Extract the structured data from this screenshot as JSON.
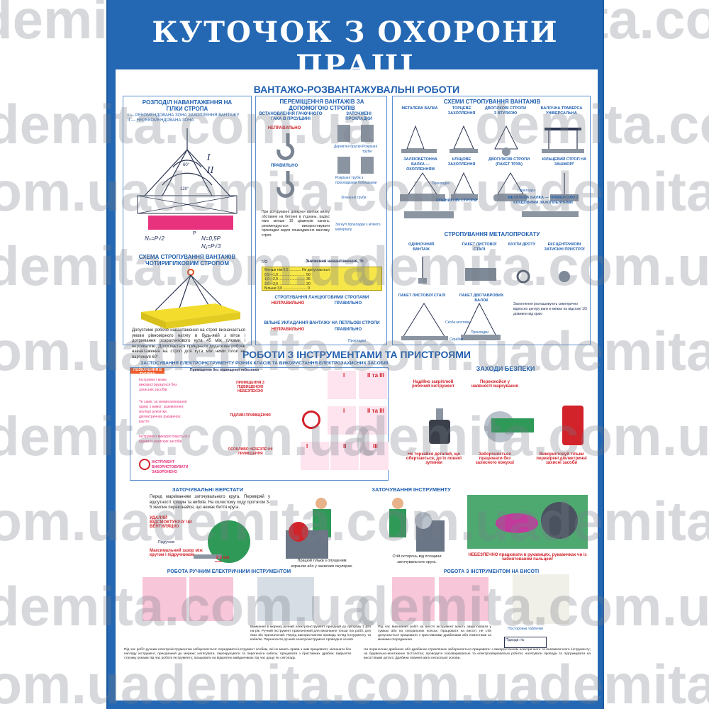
{
  "header": {
    "title": "КУТОЧОК З ОХОРОНИ ПРАЦІ"
  },
  "watermark": {
    "text": "demita.com.ua",
    "left": "demita.com.ua",
    "right": "demita.com.ua",
    "line_a": "demita.com.ua",
    "line_b": "com.ua"
  },
  "section1": {
    "title": "ВАНТАЖО-РОЗВАНТАЖУВАЛЬНІ РОБОТИ",
    "box1": {
      "title": "РОЗПОДІЛ НАВАНТАЖЕННЯ НА ГІЛКИ СТРОПА",
      "legend1": "I — РЕКОМЕНДОВАНА ЗОНА ЗАХОПЛЕННЯ ВАНТАЖУ",
      "legend2": "II — НЕРЕКОМЕНДОВАНА ЗОНА",
      "angle1": "60°",
      "angle2": "120°",
      "zone1": "I",
      "zone2": "II",
      "formula1": "Nₙ=P√2",
      "formula2": "N=0,5P",
      "formula3": "N₁=P√3",
      "p": "P",
      "subtitle": "СХЕМА СТРОПУВАННЯ ВАНТАЖІВ ЧОТИРИГІЛКОВИМ СТРОПОМ",
      "text": "Допустиме робоче навантаження на строп визначається умови рівномірного натягу в будь-якій з віток і дотримання розрахункового кута 45 між гілками і вертикаллю. Допускається приєднати додаткове робоче навантаження на строп для кута між ними гілок не вартикалі 60°."
    },
    "box2": {
      "title": "ПЕРЕМІЩЕННЯ ВАНТАЖІВ ЗА ДОПОМОГОЮ СТРОПІВ",
      "col1": "ВСТАНОВЛЕННЯ ГАЧОЧНОГО ГАКА В ПРОУШИНІ",
      "col2": "ЗАТОЧЖЕНІ ПРОКЛАДКИ",
      "wrong": "НЕПРАВИЛЬНО",
      "right": "ПРАВИЛЬНО",
      "lbl1": "Дерев'яні бруски",
      "lbl2": "Розрізані труби",
      "lbl3": "Розрізані труби з прокладками бобишками",
      "lbl4": "Згинання груби",
      "lbl5": "Загнуті прокладки з м'якого матеріалу",
      "text": "При ротуруванні довкруги вантаж вилку обставені на бетонні в з'єднань, радіус яких менше 10 діаметрів каната, рекомендується використовувати прокладки задля пошкодження вантажу строп.",
      "table_title": "Зниження навантаження, %",
      "r_d": "r/d",
      "rows": [
        "Менше ніж 0,5 ............ Не допускається",
        "0,5—1,0 ........................... 50",
        "1,0—2,0 ........................... 35",
        "2,0—3,0 ........................... 20",
        "Більше 3,0 ........................ 0"
      ],
      "sub2": "СТРОПУВАННЯ ЛАНЦЮГОВИМИ СТРОПАМИ",
      "sub3": "ВІЛЬНЕ УКЛАДАННЯ ВАНТАЖУ НА ПЕТЛЬОВІ СТРОПИ",
      "lbl6": "Прокладки"
    },
    "box3": {
      "title": "СХЕМИ СТРОПУВАННЯ ВАНТАЖІВ",
      "items": [
        "МЕТАЛЕВА БАЛКА",
        "ТОРЦЕВЕ ЗАХОПЛЕННЯ",
        "ДВОГІЛКОВІ СТРОПИ З ВТУЛКОЮ",
        "БАЛОЧНА ТРАВЕРСА УНІВЕРСАЛЬНА",
        "ЗАЛІЗОБЕТОННА БАЛКА — ОХОПЛЕННЯМ",
        "КЛІЩОВЕ ЗАХОПЛЕННЯ",
        "ДВОГІЛКОВІ СТРОПИ (ПАКЕТ ТРУБ)",
        "КІЛЬЦЕВИЙ СТРОП НА ЗАШМОРГ",
        "РУШНИКОВІ СТРОПИ",
        "МЕТАЛЕВА БАЛКА — ТРАВЕРСОЮ З КЛІЩОВИМИ ЗАХОПЛЕННЯМИ"
      ],
      "lbl_prokl": "Прокладка",
      "sub": "СТРОПУВАННЯ МЕТАЛОПРОКАТУ",
      "items2": [
        "ОДИНОЧНИЙ ВАНТАЖ",
        "ПАКЕТ ЛИСТОВОЇ СТАЛІ",
        "БУХТИ ДРОТУ",
        "ЕКСЦЕНТРИКОВІ ЗАТИСКНІ ПРИСТРОЇ",
        "ПАКЕТ ЛИСТОВОЇ СТАЛІ",
        "ПАКЕТ ДВОТАВРОВИХ БАЛОК"
      ],
      "note": "Захоплення розташовують симетрично відносно центру ваги в межах на відстані 1/3 довжини від краю",
      "lbl_a": "Скоба мостова",
      "lbl_b": "Скрабки",
      "lbl_c": "Прокладки"
    }
  },
  "section2": {
    "title": "РОБОТИ З ІНСТРУМЕНТАМИ ТА ПРИСТРОЯМИ",
    "subtitle": "ЗАСТОСУВАННЯ ЕЛЕКТРОІНСТРУМЕНТУ РІЗНИХ КЛАСІВ ТА ВИКОРИСТАННЯ ЕЛЕКТРОЗАХИСНИХ ЗАСОБІВ",
    "table_head1": "ПОЗНАЧЕННЯ В ТАБЛИЦІ",
    "table_head2": "Приміщення без підвищеної небезпеки",
    "row1": "ПРИМІЩЕННЯ З ПІДВИЩЕНОЮ НЕБЕЗПЕКОЮ",
    "row2": "ПІДЛИВІ ПРИМІЩЕННЯ",
    "row3": "ОСОБЛИВО НЕБЕЗПЕЧНІ ПРИМІЩЕННЯ",
    "legend1": "Інструмент може використовуватися без захисних засобів",
    "legend2": "Те саме, за умови виконання однієї з вимог: заземлення; ізоляції рукоятки, діелектричних рукавичок; взуття",
    "legend3": "Інструмент використовується з одним із захисних засобів",
    "legend4": "ІНСТРУМЕНТ ВИКОРИСТОВУВАТИ ЗАБОРОНЕНО",
    "class1": "I",
    "class2": "II та III",
    "class3": "I",
    "class4": "II та III",
    "class5": "I",
    "class6": "II",
    "class7": "III",
    "safety_title": "ЗАХОДИ БЕЗПЕКИ",
    "safety1": "Надійно закріплюй робочий інструмент",
    "safety2": "Перекоюйся у наявності маркування",
    "safety3": "Не торкайся деталей, що обертаються, до їх повної зупинки",
    "safety4": "Забороняється працювати без захисного кожуха!",
    "safety5": "Використовуй тільки перевірені діелектричні захисні засоби"
  },
  "section3": {
    "left_title": "ЗАТОЧУВАЛЬНІ ВЕРСТАТИ",
    "left_text": "Перед марківанням заточувального круга. Перевіряй у відсутності тріщин та вибоїв. На холостому ходу протягом 3-5 хвилин переконайся, що немає биття круга.",
    "lbl_remove": "УДАЛЯЙ ВІДСМОКТУЮЧУ ЧИ ВЕНТИЛЯЦІЮ",
    "lbl_rest": "Підручник",
    "lbl_gap": "Максимальний зазор між кругом і підручником",
    "lbl_mm": "2-3 мм",
    "caption1": "Працюй тільки з опущеним екраном або у захисних окулярах.",
    "right_title": "ЗАТОЧУВАННЯ ІНСТРУМЕНТУ",
    "caption2": "Стій осторонь від площини заточувального круга.",
    "caption3": "НЕБЕЗПЕЧНО працювати в рукавицях, рукавичках чи із забинтованим пальцем!",
    "hand_title": "РОБОТА РУЧНИМ ЕЛЕКТРИЧНИМ ІНСТРУМЕНТОМ",
    "hand_text": "Вмикання в мережу ручний електроінструмент приєднуй до пріорізку 1 раз на рік. Ручний інструмент призначений для виконання тільки тих робіт, для яких він призначений. Перед використанням проводь огляд інструменту та кабелю. Переносити ручний електроінструмент проводи в основі.",
    "height_title": "РОБОТА З ІНСТРУМЕНТОМ НА ВИСОТІ",
    "height_text": "Під час виконання робіт на висоті інструмент мають закріплювати у сумках або на спеціальних поясах. Працювати на висоті, не стій допускається працювати з приставними драбинами або помостами за межами огородження.",
    "lbl_tablet": "Посторонка таблички",
    "lbl_bag": "Підходи: №",
    "footer_l": "Під час робіт ручним електроінструментом забороняється: передавати інструмент особам, які не мають права з ним працювати; залишати без нагляду інструмент, приєднаний до мережі; натягувати, перекручувати та перегинати кабель; працювати з приставних драбин; видаляти стружку руками під час роботи інструменту; працювати на відкритих майданчиках під час дощу чи снігопаду.",
    "footer_r": "На переносних драбинах або драбинах-стрем'янках забороняється працювати: з використанням електричного та пневматичного інструменту; на будівельно-монтажних пістолетах; проводити газозварювальні та електрозварювальні роботи; натягувати проводи та підтримувати на висоті важкі деталі. Драбини повинні мати нескользкі основи."
  }
}
